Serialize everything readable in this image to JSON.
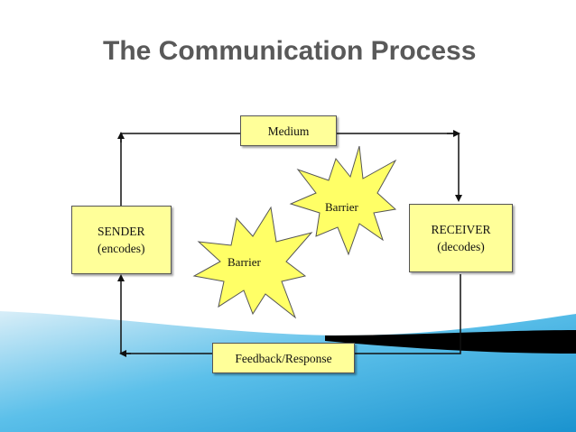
{
  "slide": {
    "title": "The Communication Process",
    "sender": {
      "line1": "SENDER",
      "line2": "(encodes)"
    },
    "receiver": {
      "line1": "RECEIVER",
      "line2": "(decodes)"
    },
    "medium": "Medium",
    "feedback": "Feedback/Response",
    "barrier_left": "Barrier",
    "barrier_right": "Barrier"
  },
  "colors": {
    "box_fill": "#ffff99",
    "title": "#595959",
    "arrow": "#111111",
    "wave_light": "#29a3d8",
    "wave_dark": "#000000"
  }
}
